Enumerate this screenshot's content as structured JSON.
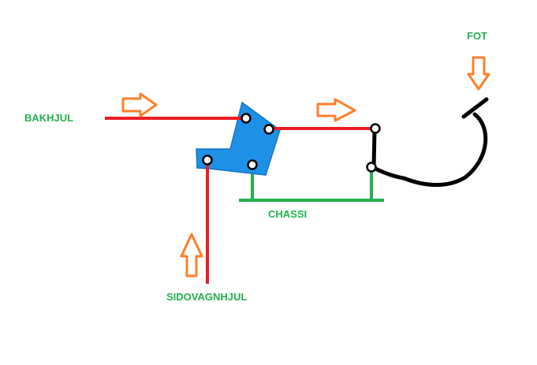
{
  "labels": {
    "rear_wheel": "BAKHJUL",
    "sidecar_wheel": "SIDOVAGNHJUL",
    "chassis": "CHASSI",
    "foot": "FOT"
  },
  "colors": {
    "link_rod": "#ed1c24",
    "label_text": "#22b14c",
    "chassis_mount": "#22b14c",
    "bellcrank": "#1e90e6",
    "arrow_fill": "#ffffff",
    "arrow_stroke": "#ff7f27",
    "foot_lever": "#000000",
    "pivot_stroke": "#000000"
  }
}
